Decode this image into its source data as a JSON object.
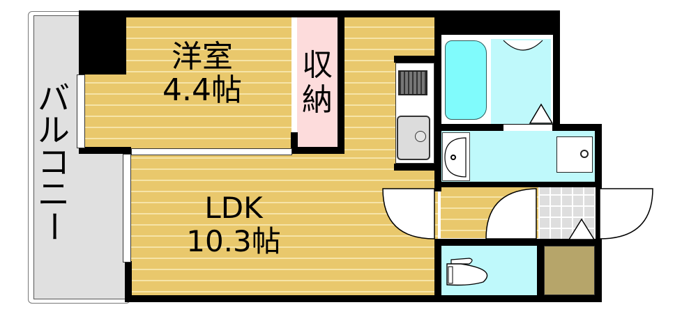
{
  "floorplan": {
    "rooms": [
      {
        "id": "western-room",
        "name": "洋室",
        "size": "4.4帖"
      },
      {
        "id": "storage",
        "name": "収納"
      },
      {
        "id": "ldk",
        "name": "LDK",
        "size": "10.3帖"
      },
      {
        "id": "balcony",
        "name": "バルコニー"
      }
    ],
    "labels": {
      "western_room_name": "洋室",
      "western_room_size": "4.4帖",
      "storage_line1": "収",
      "storage_line2": "納",
      "ldk_name": "LDK",
      "ldk_size": "10.3帖",
      "balcony_chars": [
        "バ",
        "ル",
        "コ",
        "ニ",
        "ー"
      ]
    },
    "fixtures": [
      "gas-stove",
      "kitchen-sink",
      "bathtub",
      "washbasin",
      "washing-machine-pan",
      "toilet",
      "shoe-cabinet"
    ],
    "colors": {
      "floor_wood": "#e9c86c",
      "floor_stripe": "#f6e4a8",
      "wet_area": "#bff9fb",
      "bathtub": "#80fbfc",
      "storage": "#fddcdc",
      "balcony": "#e0e0e0",
      "entrance_tile": "#dedede",
      "shoe_cabinet": "#b6a56a",
      "wall": "#000000"
    }
  }
}
